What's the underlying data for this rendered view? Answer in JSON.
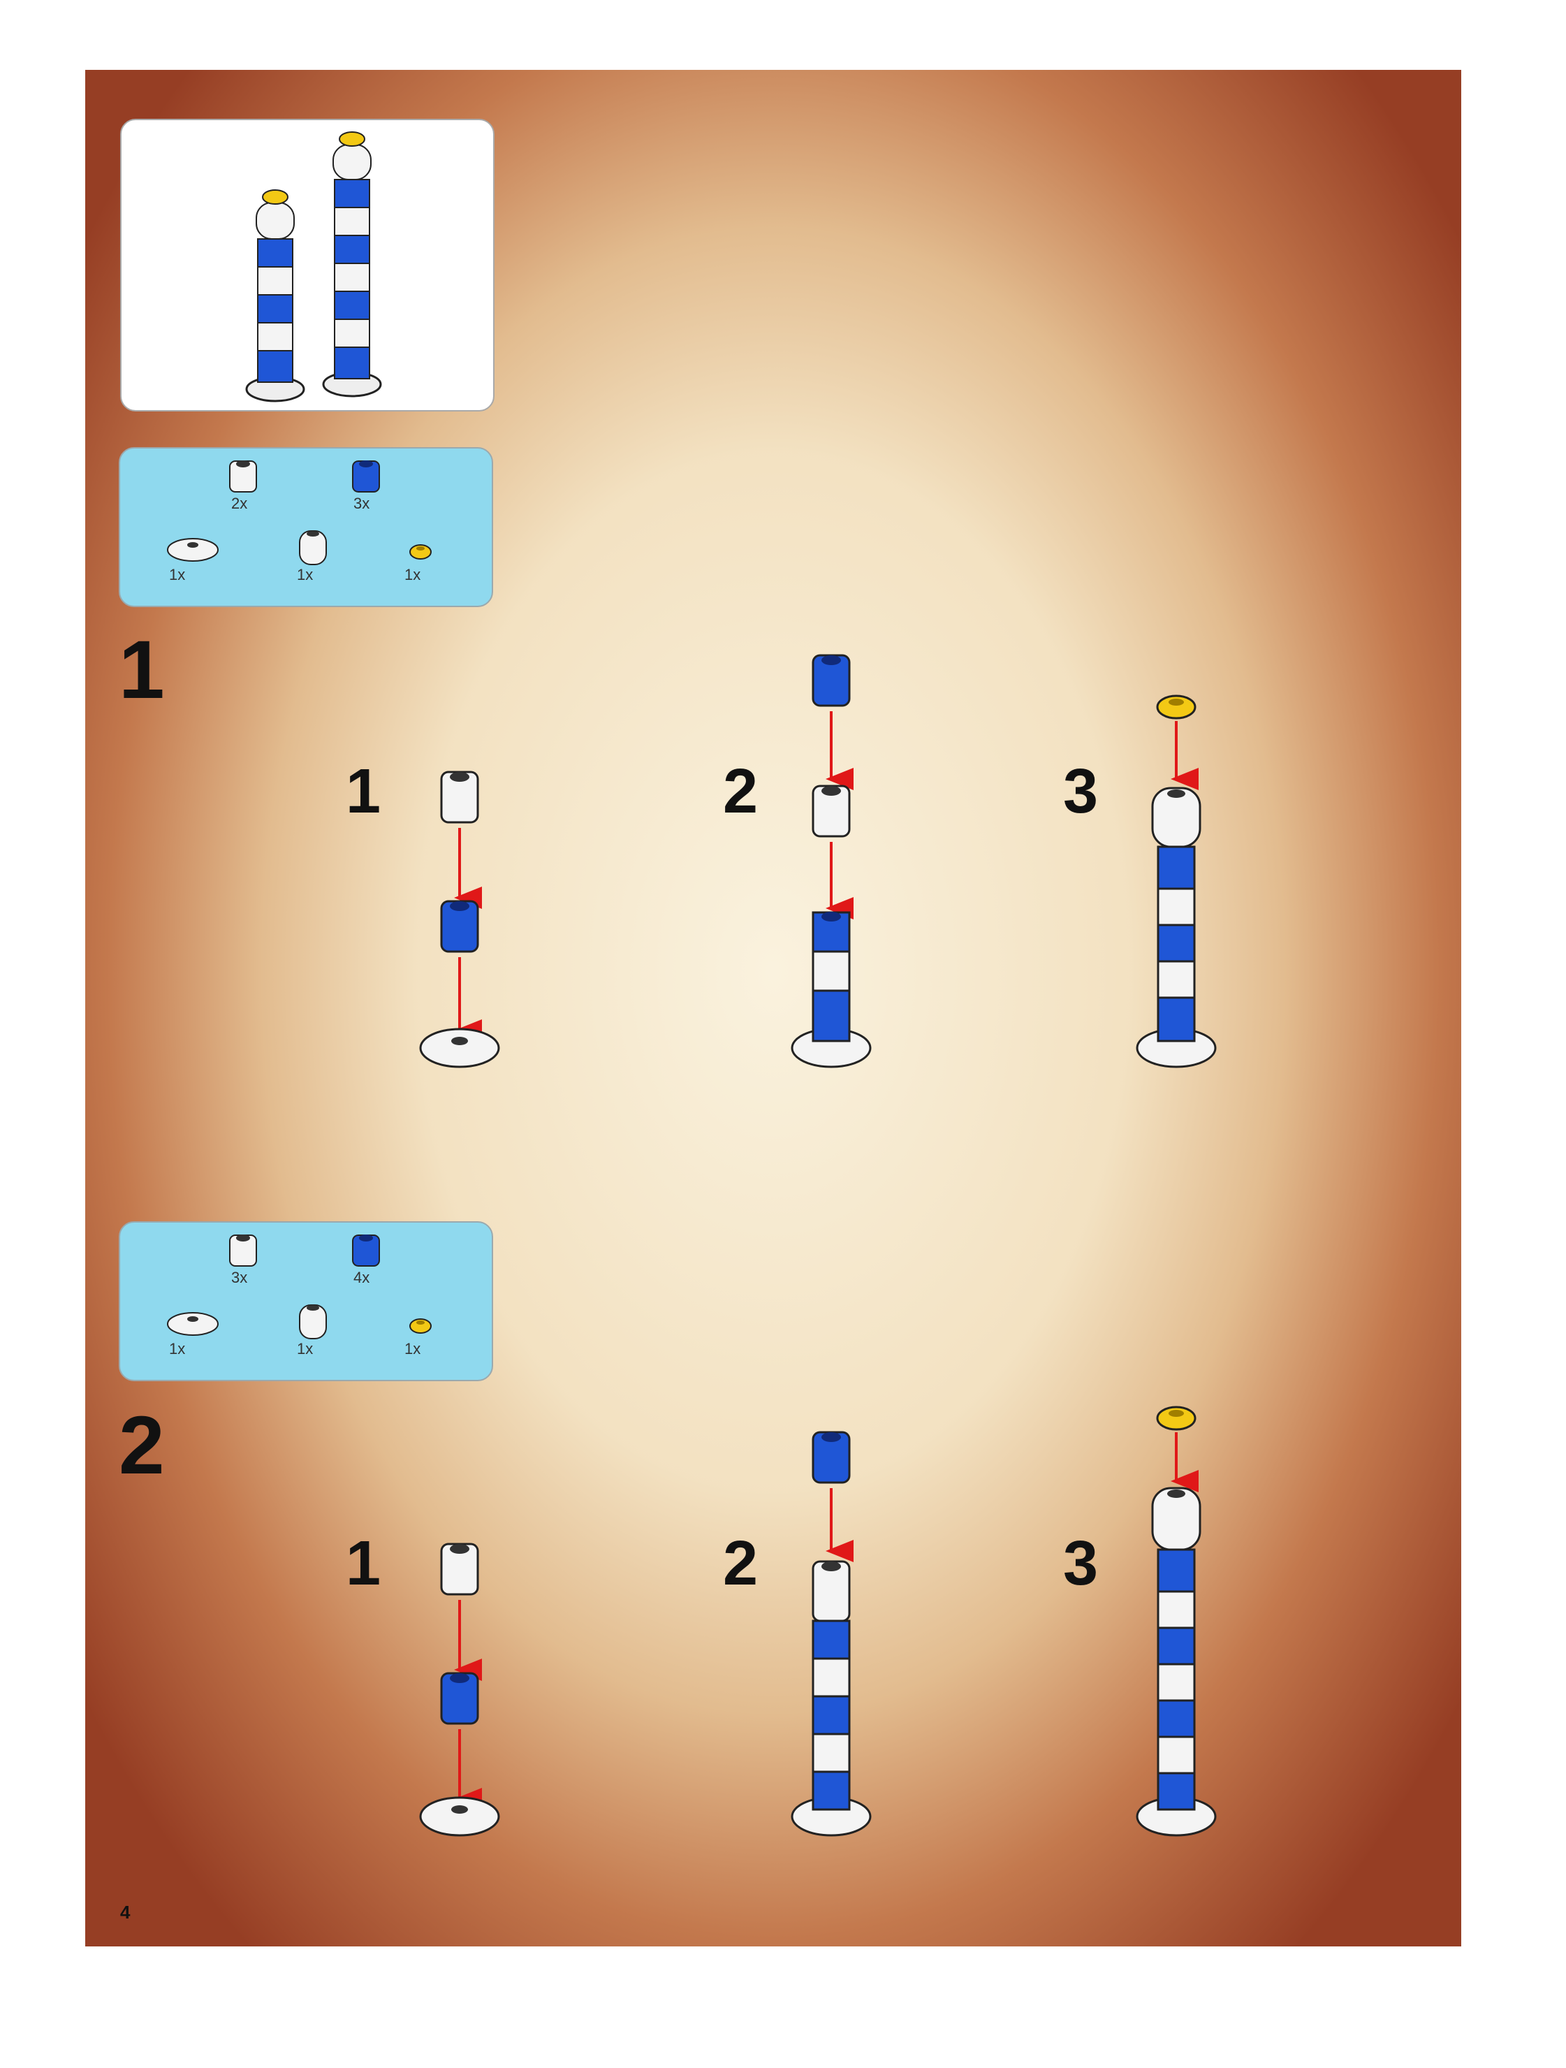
{
  "page_number": "4",
  "steps": [
    {
      "number": "1",
      "parts": [
        {
          "name": "white-round-brick",
          "qty": "2x"
        },
        {
          "name": "blue-round-brick",
          "qty": "3x"
        },
        {
          "name": "white-dish-base",
          "qty": "1x"
        },
        {
          "name": "white-rounded-brick",
          "qty": "1x"
        },
        {
          "name": "gold-round-plate",
          "qty": "1x"
        }
      ],
      "substeps": [
        "1",
        "2",
        "3"
      ]
    },
    {
      "number": "2",
      "parts": [
        {
          "name": "white-round-brick",
          "qty": "3x"
        },
        {
          "name": "blue-round-brick",
          "qty": "4x"
        },
        {
          "name": "white-dish-base",
          "qty": "1x"
        },
        {
          "name": "white-rounded-brick",
          "qty": "1x"
        },
        {
          "name": "gold-round-plate",
          "qty": "1x"
        }
      ],
      "substeps": [
        "1",
        "2",
        "3"
      ]
    }
  ],
  "colors": {
    "blue": "#1f56d6",
    "white": "#f4f4f4",
    "gold": "#f3c915",
    "arrow": "#e01818",
    "parts_panel": "#8fd9ee"
  }
}
